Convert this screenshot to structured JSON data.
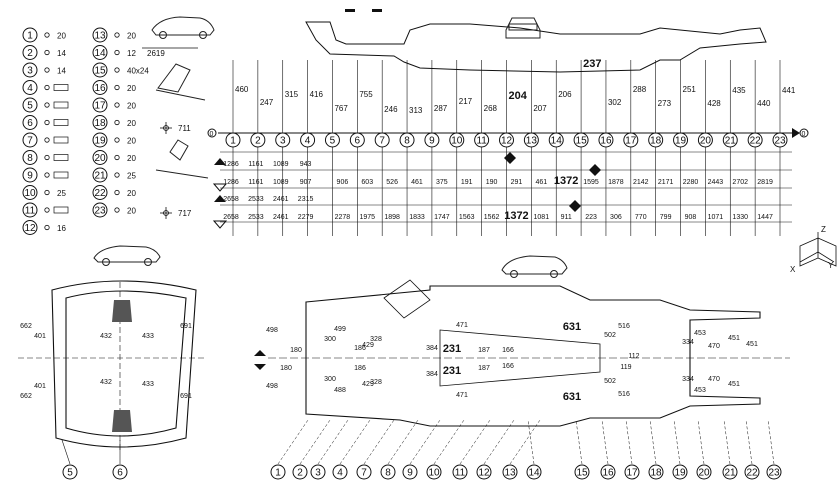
{
  "legend": [
    {
      "n": "1",
      "v": "20"
    },
    {
      "n": "2",
      "v": "14"
    },
    {
      "n": "3",
      "v": "14"
    },
    {
      "n": "4",
      "v": ""
    },
    {
      "n": "5",
      "v": ""
    },
    {
      "n": "6",
      "v": ""
    },
    {
      "n": "7",
      "v": ""
    },
    {
      "n": "8",
      "v": ""
    },
    {
      "n": "9",
      "v": ""
    },
    {
      "n": "10",
      "v": "25"
    },
    {
      "n": "11",
      "v": ""
    },
    {
      "n": "12",
      "v": "16"
    },
    {
      "n": "13",
      "v": "20"
    },
    {
      "n": "14",
      "v": "12"
    },
    {
      "n": "15",
      "v": "40x24"
    },
    {
      "n": "16",
      "v": "20"
    },
    {
      "n": "17",
      "v": "20"
    },
    {
      "n": "18",
      "v": "20"
    },
    {
      "n": "19",
      "v": "20"
    },
    {
      "n": "20",
      "v": "20"
    },
    {
      "n": "21",
      "v": "25"
    },
    {
      "n": "22",
      "v": "20"
    },
    {
      "n": "23",
      "v": "20"
    }
  ],
  "labels": {
    "l2619": "2619",
    "l711": "711",
    "l717": "717"
  },
  "side": {
    "points": [
      "1",
      "2",
      "3",
      "4",
      "5",
      "6",
      "7",
      "8",
      "9",
      "10",
      "11",
      "12",
      "13",
      "14",
      "15",
      "16",
      "17",
      "18",
      "19",
      "20",
      "21",
      "22",
      "23"
    ],
    "heights": [
      "460",
      "247",
      "315",
      "416",
      "767",
      "755",
      "246",
      "313",
      "287",
      "217",
      "268",
      "204",
      "207",
      "206",
      "237",
      "302",
      "288",
      "273",
      "251",
      "428",
      "435",
      "440",
      "441"
    ],
    "row1": [
      "1286",
      "1161",
      "1089",
      "943"
    ],
    "row2": [
      "1286",
      "1161",
      "1089",
      "907",
      "906",
      "603",
      "526",
      "461",
      "375",
      "191",
      "190",
      "291",
      "461",
      "1372",
      "1595",
      "1878",
      "2142",
      "2171",
      "2280",
      "2443",
      "2702",
      "2819"
    ],
    "row3": [
      "2658",
      "2533",
      "2461",
      "2315"
    ],
    "row4": [
      "2658",
      "2533",
      "2461",
      "2279",
      "2278",
      "1975",
      "1898",
      "1833",
      "1747",
      "1563",
      "1562",
      "1372",
      "1081",
      "911",
      "223",
      "306",
      "770",
      "799",
      "908",
      "1071",
      "1330",
      "1447"
    ]
  },
  "front": {
    "dims": [
      "662",
      "401",
      "432",
      "433",
      "691",
      "401",
      "432",
      "433",
      "691",
      "662"
    ],
    "callouts": [
      "5",
      "6"
    ]
  },
  "plan": {
    "dims": [
      "498",
      "180",
      "180",
      "498",
      "499",
      "300",
      "429",
      "328",
      "300",
      "488",
      "429",
      "328",
      "186",
      "186",
      "471",
      "384",
      "231",
      "187",
      "166",
      "384",
      "231",
      "187",
      "166",
      "471",
      "631",
      "516",
      "502",
      "631",
      "502",
      "516",
      "112",
      "119",
      "334",
      "453",
      "470",
      "451",
      "334",
      "470",
      "453",
      "451",
      "451"
    ],
    "callouts": [
      "1",
      "2",
      "3",
      "4",
      "7",
      "8",
      "9",
      "10",
      "11",
      "12",
      "13",
      "14",
      "15",
      "16",
      "17",
      "18",
      "19",
      "20",
      "21",
      "22",
      "23"
    ]
  },
  "axes": {
    "x": "X",
    "y": "Y",
    "z": "Z"
  }
}
